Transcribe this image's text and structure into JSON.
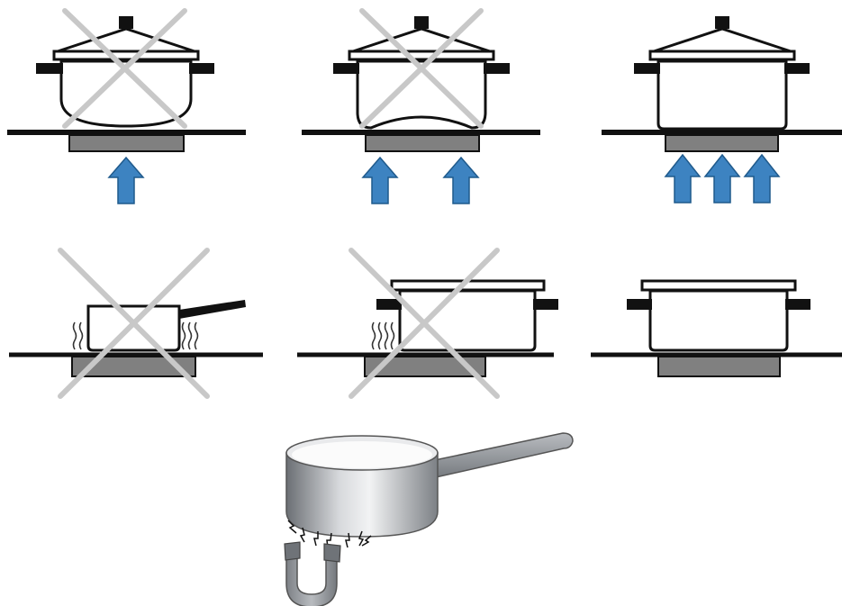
{
  "colors": {
    "outline": "#111111",
    "cooktop": "#111111",
    "heating_zone": "#808080",
    "arrow": "#3d83c1",
    "arrow_stroke": "#1f5a8c",
    "cross": "#c8c8c8",
    "heat_waves": "#333333",
    "magnet": "#8a8d91"
  },
  "panels": [
    {
      "name": "pot-convex-base",
      "allowed": false,
      "heat_arrows": 1
    },
    {
      "name": "pot-concave-base",
      "allowed": false,
      "heat_arrows": 2
    },
    {
      "name": "pot-flat-base",
      "allowed": true,
      "heat_arrows": 3
    },
    {
      "name": "small-pan-on-large-zone",
      "allowed": false
    },
    {
      "name": "pot-offset-from-zone",
      "allowed": false
    },
    {
      "name": "pot-centered-on-zone",
      "allowed": true
    },
    {
      "name": "magnet-test-on-saucepan",
      "allowed": true
    }
  ]
}
